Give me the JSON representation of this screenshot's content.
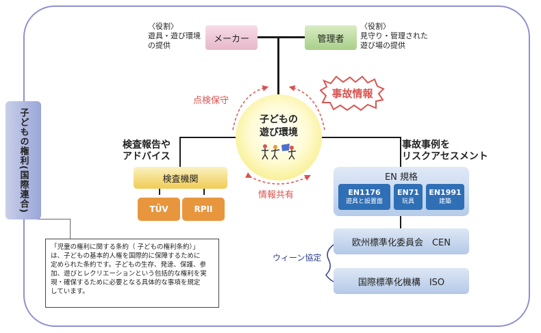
{
  "roles": {
    "maker": {
      "label": "メーカー",
      "role_text": "〈役割〉\n遊具・遊び環境\nの提供"
    },
    "admin": {
      "label": "管理者",
      "role_text": "〈役割〉\n見守り・管理された\n遊び場の提供"
    }
  },
  "center": {
    "title": "子どもの\n遊び環境"
  },
  "labels": {
    "inspection_maintenance": "点検保守",
    "accident_info": "事故情報",
    "info_sharing": "情報共有",
    "report_advice": "検査報告や\nアドバイス",
    "risk_assessment": "事故事例を\nリスクアセスメント",
    "vienna": "ウィーン協定"
  },
  "inspection": {
    "title": "検査機関",
    "orgs": [
      "TÜV",
      "RPII"
    ]
  },
  "en": {
    "title": "EN 規格",
    "items": [
      {
        "code": "EN1176",
        "sub": "遊具と設置面"
      },
      {
        "code": "EN71",
        "sub": "玩具"
      },
      {
        "code": "EN1991",
        "sub": "建築"
      }
    ]
  },
  "cen": "欧州標準化委員会　CEN",
  "iso": "国際標準化機構　ISO",
  "rights": {
    "bar": "子どもの権利(国際連合)",
    "note": "「児童の権利に関する条約（ 子どもの権利条約）」\nは、子どもの基本的人権を国際的に保障するために\n定められた条約です。子どもの生存、発達、保護、参\n加、遊びとレクリエーションという包括的な権利を実\n現・確保するために必要となる具体的な事項を規定\nしています。"
  },
  "colors": {
    "frame": "#8e8fcf",
    "red": "#d9534f",
    "orange": "#e8963e",
    "blue": "#2f6fb5",
    "navy": "#2b3a8c"
  }
}
